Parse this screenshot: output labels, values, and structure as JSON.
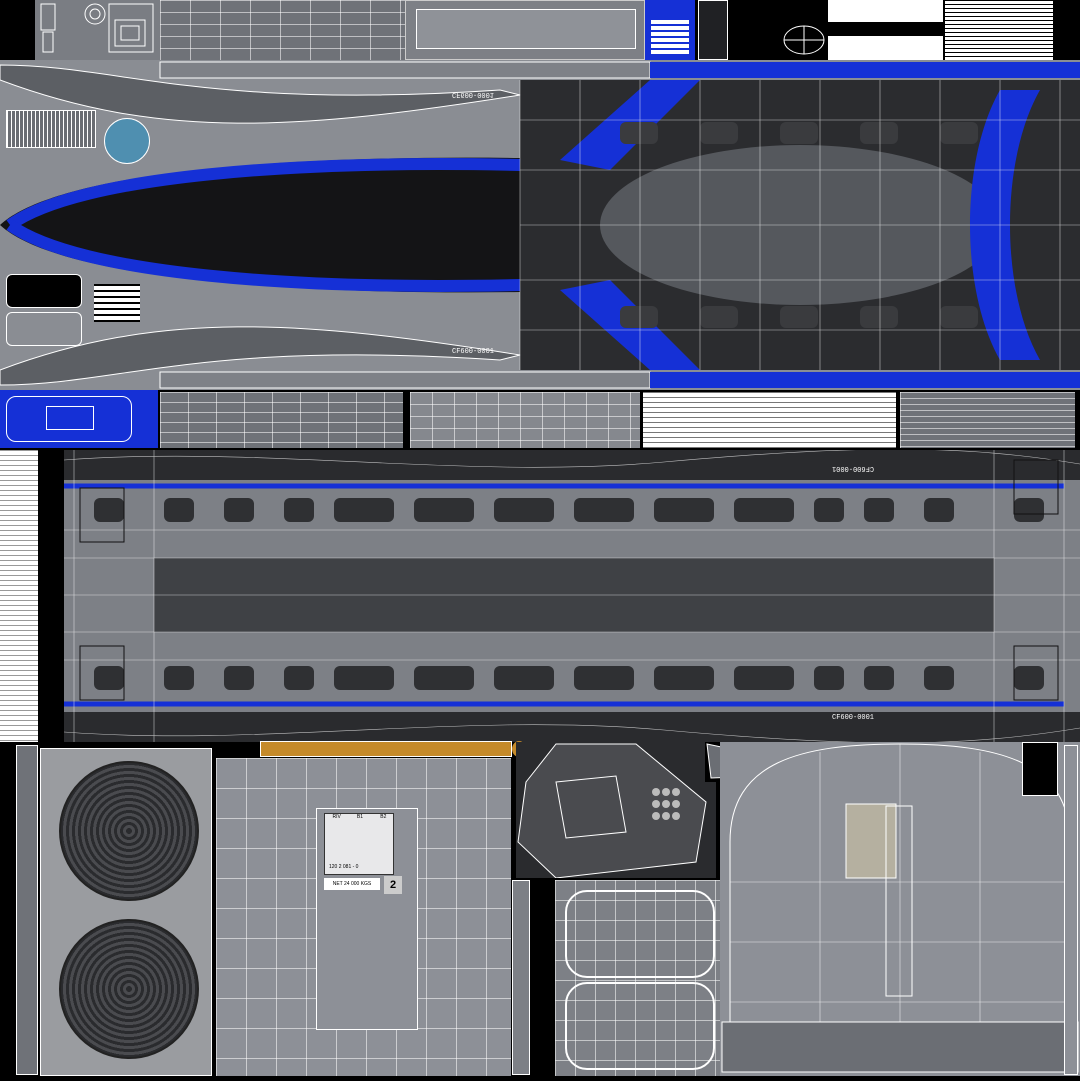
{
  "fuselage_top": {
    "code_mirrored": "CF600-0001",
    "code": "CF600-0001"
  },
  "fuselage_side": {
    "code_mirrored": "CF600-0001",
    "code": "CF600-0001"
  },
  "cargo_label": {
    "headers": [
      "RIV",
      "B1",
      "B2"
    ],
    "serial": "120 2 081 - 0",
    "net": "NET  24 000 KGS",
    "number": "2"
  },
  "colors": {
    "blue": "#1530d6",
    "panel_grey": "#6b6e74",
    "light_grey": "#8d9097",
    "dark": "#2a2b2e",
    "orange": "#c58a2a"
  }
}
